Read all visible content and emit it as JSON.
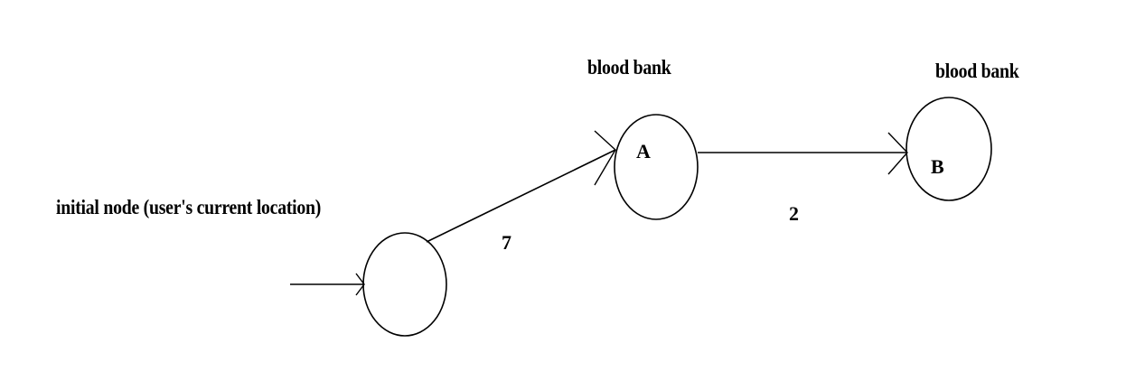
{
  "nodes": {
    "start": {
      "label": "",
      "caption": "initial node (user's current location)"
    },
    "a": {
      "label": "A",
      "caption": "blood bank"
    },
    "b": {
      "label": "B",
      "caption": "blood bank"
    }
  },
  "edges": {
    "start_to_a": {
      "weight": "7"
    },
    "a_to_b": {
      "weight": "2"
    }
  },
  "colors": {
    "stroke": "#000000",
    "background": "#ffffff"
  }
}
